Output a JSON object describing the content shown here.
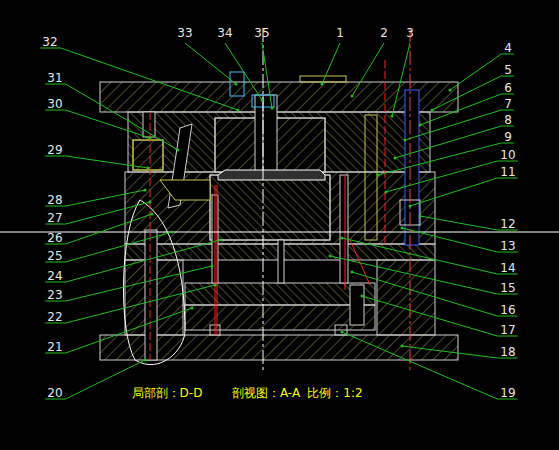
{
  "diagram": {
    "labels": [
      "1",
      "2",
      "3",
      "4",
      "5",
      "6",
      "7",
      "8",
      "9",
      "10",
      "11",
      "12",
      "13",
      "14",
      "15",
      "16",
      "17",
      "18",
      "19",
      "20",
      "21",
      "22",
      "23",
      "24",
      "25",
      "26",
      "27",
      "28",
      "29",
      "30",
      "31",
      "32",
      "33",
      "34",
      "35",
      "局部剖：D-D",
      "剖视图：A-A",
      "比例：1:2"
    ]
  }
}
